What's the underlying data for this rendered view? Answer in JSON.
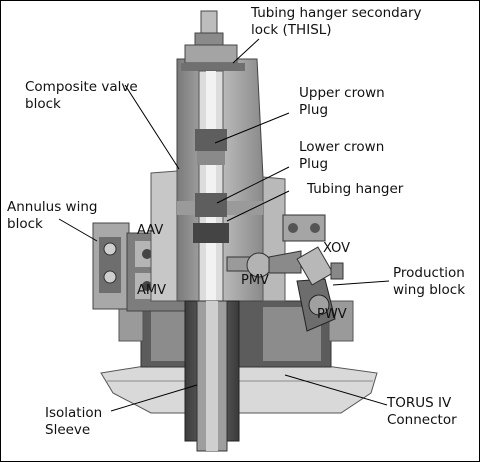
{
  "labels": {
    "thisl": [
      "Tubing hanger secondary",
      "lock (THISL)"
    ],
    "composite": [
      "Composite valve",
      "block"
    ],
    "upper_crown": [
      "Upper crown",
      "Plug"
    ],
    "lower_crown": [
      "Lower crown",
      "Plug"
    ],
    "tubing_hanger": "Tubing hanger",
    "annulus_wing": [
      "Annulus wing",
      "block"
    ],
    "production_wing": [
      "Production",
      "wing block"
    ],
    "isolation": [
      "Isolation",
      "Sleeve"
    ],
    "torus": [
      "TORUS IV",
      "Connector"
    ]
  },
  "valve_tags": {
    "aav": "AAV",
    "amv": "AMV",
    "pmv": "PMV",
    "xov": "XOV",
    "pwv": "PWV"
  }
}
